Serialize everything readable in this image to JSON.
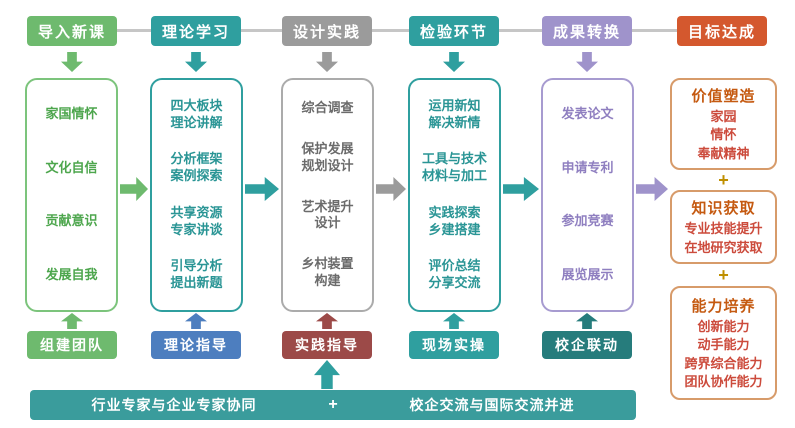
{
  "stages": [
    {
      "label": "导入新课"
    },
    {
      "label": "理论学习"
    },
    {
      "label": "设计实践"
    },
    {
      "label": "检验环节"
    },
    {
      "label": "成果转换"
    },
    {
      "label": "目标达成"
    }
  ],
  "columns": [
    {
      "theme": "green",
      "items": [
        "家国情怀",
        "文化自信",
        "贡献意识",
        "发展自我"
      ]
    },
    {
      "theme": "teal",
      "items": [
        "四大板块\n理论讲解",
        "分析框架\n案例探索",
        "共享资源\n专家讲谈",
        "引导分析\n提出新题"
      ]
    },
    {
      "theme": "gray",
      "items": [
        "综合调查",
        "保护发展\n规划设计",
        "艺术提升\n设计",
        "乡村装置\n构建"
      ]
    },
    {
      "theme": "teal",
      "items": [
        "运用新知\n解决新情",
        "工具与技术\n材料与加工",
        "实践探索\n乡建搭建",
        "评价总结\n分享交流"
      ]
    },
    {
      "theme": "purple",
      "items": [
        "发表论文",
        "申请专利",
        "参加竞赛",
        "展览展示"
      ]
    }
  ],
  "outcomes": {
    "plus": "+",
    "groups": [
      {
        "title": "价值塑造",
        "items": [
          "家园",
          "情怀",
          "奉献精神"
        ]
      },
      {
        "title": "知识获取",
        "items": [
          "专业技能提升",
          "在地研究获取"
        ]
      },
      {
        "title": "能力培养",
        "items": [
          "创新能力",
          "动手能力",
          "跨界综合能力",
          "团队协作能力"
        ]
      }
    ]
  },
  "bottom": [
    {
      "label": "组建团队"
    },
    {
      "label": "理论指导"
    },
    {
      "label": "实践指导"
    },
    {
      "label": "现场实操"
    },
    {
      "label": "校企联动"
    }
  ],
  "banner": {
    "left": "行业专家与企业专家协同",
    "plus": "+",
    "right": "校企交流与国际交流并进"
  },
  "colors": {
    "green": "#6eba6e",
    "teal": "#2f9f9f",
    "gray": "#9b9b9b",
    "purple": "#9f93cb",
    "orange_red": "#d4582e",
    "blue": "#4d7ebf",
    "maroon": "#9c4a48",
    "dark_teal": "#267c7c",
    "outcome_border": "#d79b6a",
    "outcome_title_text": "#c55a11",
    "outcome_item_text": "#cc4b3c",
    "plus_symbol": "#bf8f00"
  }
}
